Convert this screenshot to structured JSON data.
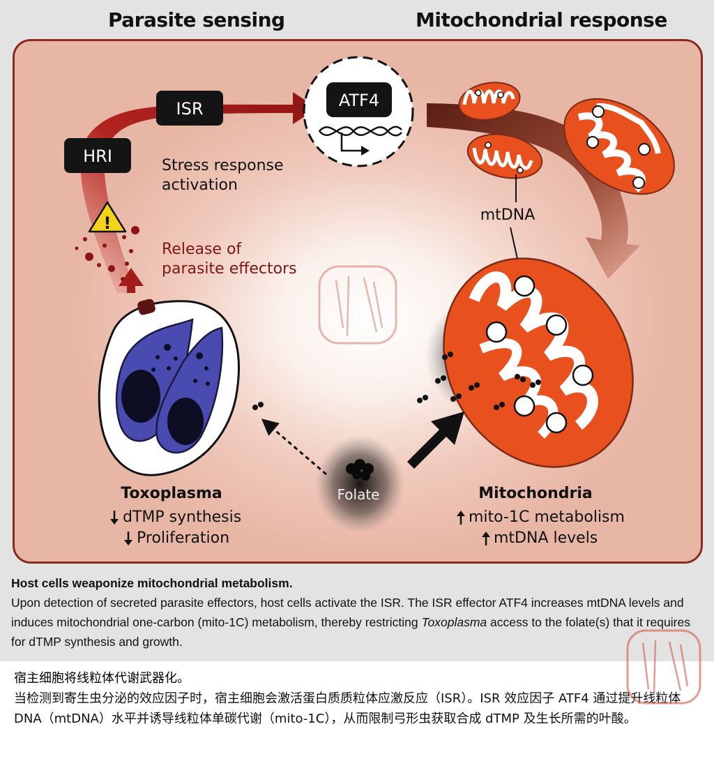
{
  "headings": {
    "left": "Parasite sensing",
    "right": "Mitochondrial response"
  },
  "diagram": {
    "hri": "HRI",
    "isr": "ISR",
    "atf4": "ATF4",
    "stress_line1": "Stress response",
    "stress_line2": "activation",
    "release_line1": "Release of",
    "release_line2": "parasite effectors",
    "mtdna": "mtDNA",
    "folate": "Folate",
    "toxo_title": "Toxoplasma",
    "toxo_line1": "dTMP synthesis",
    "toxo_line2": "Proliferation",
    "mito_title": "Mitochondria",
    "mito_line1": "mito-1C metabolism",
    "mito_line2": "mtDNA levels",
    "warning_symbol": "!",
    "colors": {
      "arrow_red": "#a11a1a",
      "mito_orange": "#e8501e",
      "toxo_purple": "#4a4bb0",
      "box_dark": "#141414"
    }
  },
  "caption": {
    "title": "Host cells weaponize mitochondrial metabolism.",
    "text_before": "Upon detection of secreted parasite effectors, host cells activate the ISR. The ISR effector ATF4 increases mtDNA levels and induces mitochondrial one-carbon (mito-1C) metabolism, thereby restricting ",
    "text_italic": "Toxoplasma",
    "text_after": " access to the folate(s) that it requires for dTMP synthesis and growth."
  },
  "chinese": {
    "title": "宿主细胞将线粒体代谢武器化。",
    "body": "当检测到寄生虫分泌的效应因子时，宿主细胞会激活蛋白质质粒体应激反应（ISR）。ISR 效应因子 ATF4 通过提升线粒体 DNA（mtDNA）水平并诱导线粒体单碳代谢（mito-1C），从而限制弓形虫获取合成 dTMP 及生长所需的叶酸。"
  }
}
